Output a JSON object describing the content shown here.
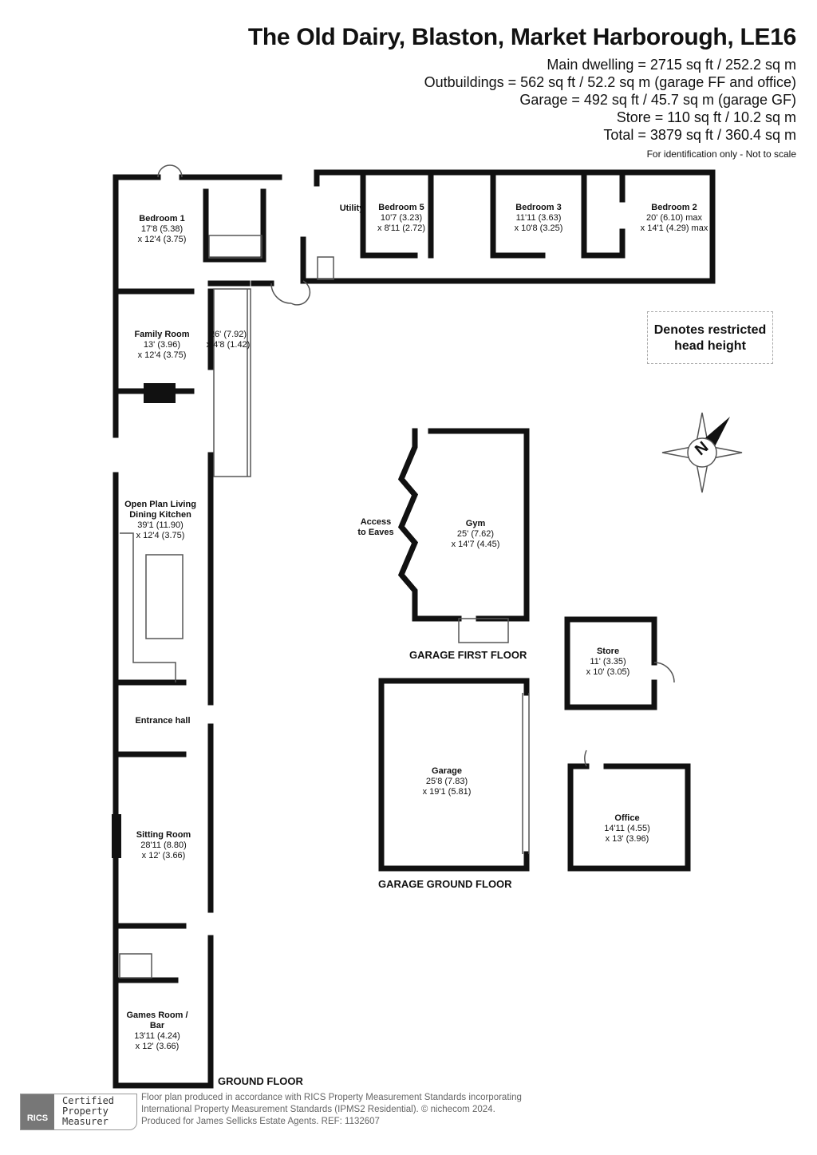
{
  "header": {
    "title": "The Old Dairy, Blaston, Market Harborough, LE16",
    "areas": [
      "Main dwelling = 2715 sq ft / 252.2 sq m",
      "Outbuildings = 562 sq ft / 52.2 sq m (garage FF and office)",
      "Garage = 492 sq ft / 45.7 sq m (garage GF)",
      "Store  = 110 sq ft / 10.2 sq m",
      "Total = 3879 sq ft / 360.4 sq m"
    ],
    "note": "For identification only - Not to scale"
  },
  "legend": {
    "restricted": "Denotes restricted head height"
  },
  "rooms": {
    "bedroom1": {
      "name": "Bedroom 1",
      "d1": "17'8 (5.38)",
      "d2": "x 12'4 (3.75)"
    },
    "utility": {
      "name": "Utility"
    },
    "bedroom5": {
      "name": "Bedroom 5",
      "d1": "10'7 (3.23)",
      "d2": "x 8'11 (2.72)"
    },
    "bedroom3": {
      "name": "Bedroom 3",
      "d1": "11'11 (3.63)",
      "d2": "x 10'8 (3.25)"
    },
    "bedroom2": {
      "name": "Bedroom 2",
      "d1": "20' (6.10) max",
      "d2": "x 14'1 (4.29) max"
    },
    "family": {
      "name": "Family Room",
      "d1": "13' (3.96)",
      "d2": "x 12'4 (3.75)"
    },
    "corridor": {
      "d1": "26' (7.92)",
      "d2": "x 4'8 (1.42)"
    },
    "living": {
      "name": "Open Plan Living",
      "name2": "Dining Kitchen",
      "d1": "39'1 (11.90)",
      "d2": "x 12'4 (3.75)"
    },
    "entrance": {
      "name": "Entrance hall"
    },
    "sitting": {
      "name": "Sitting Room",
      "d1": "28'11 (8.80)",
      "d2": "x 12' (3.66)"
    },
    "games": {
      "name": "Games Room /",
      "name2": "Bar",
      "d1": "13'11 (4.24)",
      "d2": "x 12' (3.66)"
    },
    "eaves": {
      "name": "Access",
      "name2": "to Eaves"
    },
    "gym": {
      "name": "Gym",
      "d1": "25' (7.62)",
      "d2": "x 14'7 (4.45)"
    },
    "store": {
      "name": "Store",
      "d1": "11' (3.35)",
      "d2": "x 10' (3.05)"
    },
    "garage": {
      "name": "Garage",
      "d1": "25'8 (7.83)",
      "d2": "x 19'1 (5.81)"
    },
    "office": {
      "name": "Office",
      "d1": "14'11 (4.55)",
      "d2": "x 13' (3.96)"
    }
  },
  "floors": {
    "ground": "GROUND FLOOR",
    "garage_ff": "GARAGE FIRST FLOOR",
    "garage_gf": "GARAGE GROUND FLOOR"
  },
  "compass": {
    "label": "N",
    "icon": "compass-rose-icon"
  },
  "footer": {
    "badge_logo": "RICS",
    "badge_text": [
      "Certified",
      "Property",
      "Measurer"
    ],
    "lines": [
      "Floor plan produced in accordance with RICS Property Measurement Standards incorporating",
      "International Property Measurement Standards (IPMS2 Residential).   © nichecom 2024.",
      "Produced for James Sellicks Estate Agents.   REF: 1132607"
    ]
  }
}
